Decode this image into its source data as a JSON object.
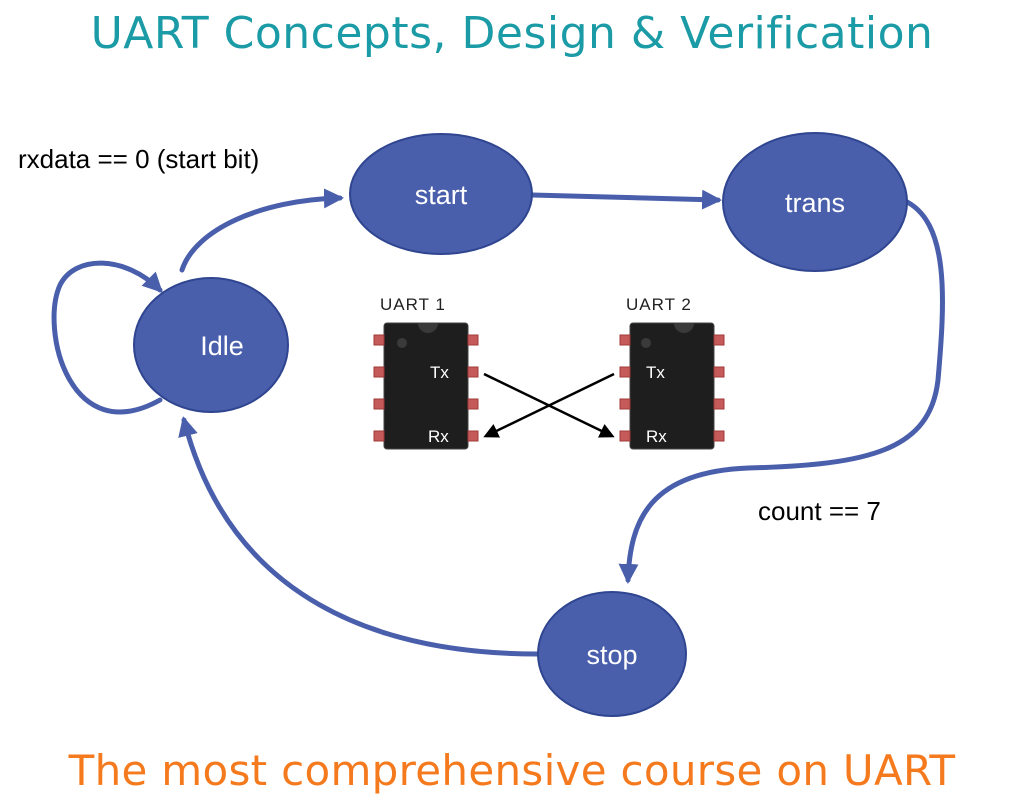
{
  "title": "UART Concepts, Design & Verification",
  "subtitle": "The most comprehensive course on UART",
  "states": {
    "idle": "Idle",
    "start": "start",
    "trans": "trans",
    "stop": "stop"
  },
  "transitions": {
    "idle_to_start": "rxdata == 0 (start bit)",
    "trans_to_stop": "count == 7"
  },
  "uart_figure": {
    "chip1_title": "UART 1",
    "chip2_title": "UART 2",
    "tx_label": "Tx",
    "rx_label": "Rx"
  },
  "colors": {
    "title": "#1a9ba6",
    "subtitle": "#f57a1e",
    "state_fill": "#4a5fac"
  }
}
